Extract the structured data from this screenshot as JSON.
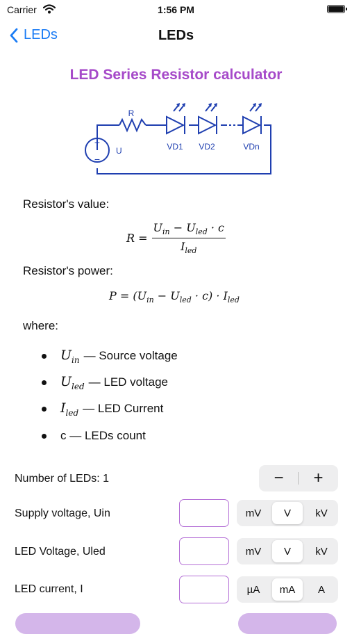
{
  "status": {
    "carrier": "Carrier",
    "time": "1:56 PM"
  },
  "nav": {
    "back_label": "LEDs",
    "title": "LEDs"
  },
  "calculator_title": "LED Series Resistor calculator",
  "circuit": {
    "r_label": "R",
    "u_label": "U",
    "plus": "+",
    "minus": "−",
    "leds": [
      "VD1",
      "VD2",
      "VDn"
    ]
  },
  "sections": {
    "resistor_value": "Resistor's value:",
    "resistor_power": "Resistor's power:",
    "where": "where:"
  },
  "formulas": {
    "r_lhs": "R =",
    "r_num_1": "U",
    "r_num_1_sub": "in",
    "r_num_2": " − U",
    "r_num_2_sub": "led",
    "r_num_3": " · c",
    "r_den": "I",
    "r_den_sub": "led",
    "p_1": "P = (U",
    "p_1_sub": "in",
    "p_2": " − U",
    "p_2_sub": "led",
    "p_3": " · c) · I",
    "p_3_sub": "led"
  },
  "legend": [
    {
      "var": "U",
      "sub": "in",
      "desc": "— Source voltage"
    },
    {
      "var": "U",
      "sub": "led",
      "desc": "— LED voltage"
    },
    {
      "var": "I",
      "sub": "led",
      "desc": "— LED Current"
    },
    {
      "var": "",
      "sub": "",
      "desc": "c — LEDs count"
    }
  ],
  "inputs": {
    "num_leds_label": "Number of LEDs: 1",
    "minus": "−",
    "plus": "+",
    "supply": {
      "label": "Supply voltage, Uin",
      "value": "",
      "units": [
        "mV",
        "V",
        "kV"
      ],
      "selected": "V"
    },
    "led_voltage": {
      "label": "LED Voltage, Uled",
      "value": "",
      "units": [
        "mV",
        "V",
        "kV"
      ],
      "selected": "V"
    },
    "led_current": {
      "label": "LED current, I",
      "value": "",
      "units": [
        "µA",
        "mA",
        "A"
      ],
      "selected": "mA"
    }
  },
  "colors": {
    "accent": "#a64ac9",
    "link": "#1a7cf5",
    "circuit": "#1f3fb0",
    "input_border": "#b46fd6"
  }
}
